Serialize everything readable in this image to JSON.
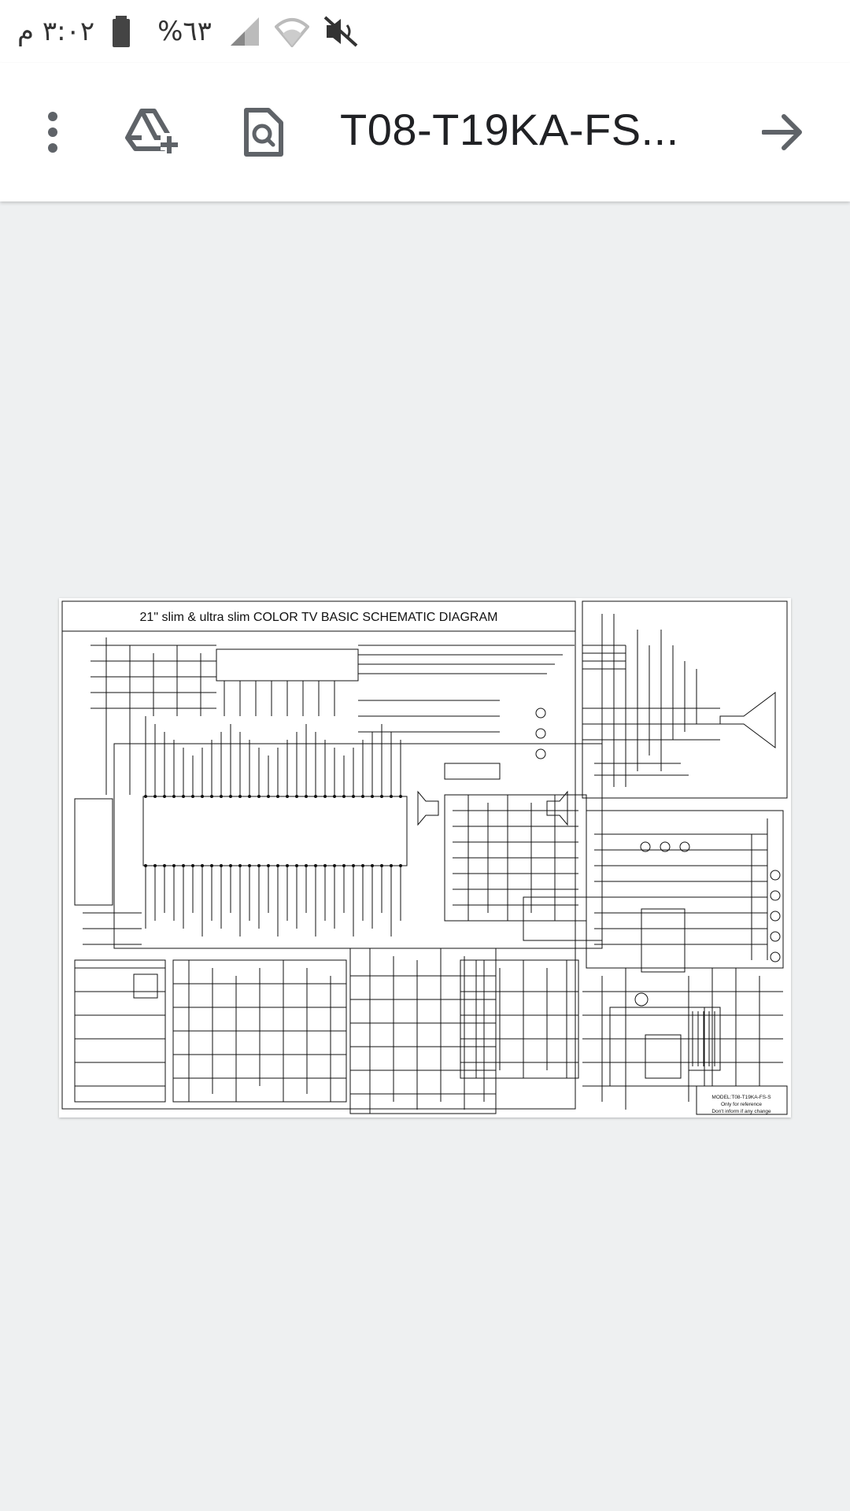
{
  "status_bar": {
    "time": "٣:٠٢ م",
    "battery_percent": "٦٣%",
    "icons": [
      "mute-icon",
      "wifi-icon",
      "signal-icon",
      "battery-icon"
    ]
  },
  "toolbar": {
    "title": "T08-T19KA-FS...",
    "buttons": [
      "more-options-icon",
      "add-to-drive-icon",
      "search-document-icon",
      "forward-arrow-icon"
    ]
  },
  "document": {
    "diagram_title": "21\" slim & ultra slim COLOR TV BASIC SCHEMATIC DIAGRAM",
    "model_line": "MODEL:T08-T19KA-FS-S",
    "note_1": "Only for reference",
    "note_2": "Don't inform if any change"
  },
  "colors": {
    "toolbar_bg": "#ffffff",
    "viewer_bg": "#eef0f1",
    "icon_color": "#5f6368",
    "title_color": "#202124"
  }
}
